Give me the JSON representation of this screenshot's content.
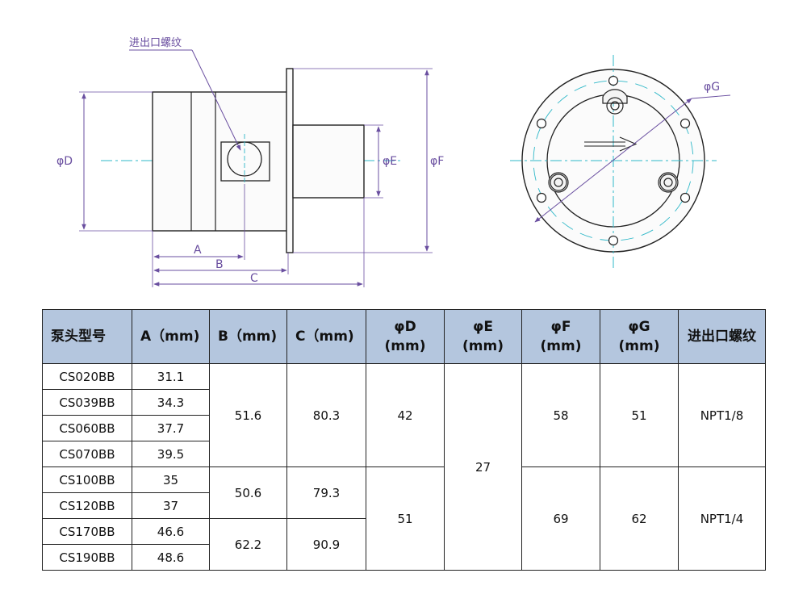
{
  "drawing": {
    "inlet_label": "进出口螺纹",
    "dim_D": "φD",
    "dim_E": "φE",
    "dim_F": "φF",
    "dim_G": "φG",
    "dim_A": "A",
    "dim_B": "B",
    "dim_C": "C"
  },
  "table": {
    "headers": [
      {
        "l1": "泵头型号",
        "l2": ""
      },
      {
        "l1": "A（mm)",
        "l2": ""
      },
      {
        "l1": "B（mm)",
        "l2": ""
      },
      {
        "l1": "C（mm)",
        "l2": ""
      },
      {
        "l1": "φD",
        "l2": "(mm)"
      },
      {
        "l1": "φE",
        "l2": "(mm)"
      },
      {
        "l1": "φF",
        "l2": "(mm)"
      },
      {
        "l1": "φG",
        "l2": "(mm)"
      },
      {
        "l1": "进出口螺纹",
        "l2": ""
      }
    ],
    "models": [
      "CS020BB",
      "CS039BB",
      "CS060BB",
      "CS070BB",
      "CS100BB",
      "CS120BB",
      "CS170BB",
      "CS190BB"
    ],
    "A": [
      "31.1",
      "34.3",
      "37.7",
      "39.5",
      "35",
      "37",
      "46.6",
      "48.6"
    ],
    "B": [
      "51.6",
      "50.6",
      "62.2"
    ],
    "C": [
      "80.3",
      "79.3",
      "90.9"
    ],
    "D": [
      "42",
      "51"
    ],
    "E": "27",
    "F": [
      "58",
      "69"
    ],
    "G": [
      "51",
      "62"
    ],
    "thread": [
      "NPT1/8",
      "NPT1/4"
    ]
  }
}
